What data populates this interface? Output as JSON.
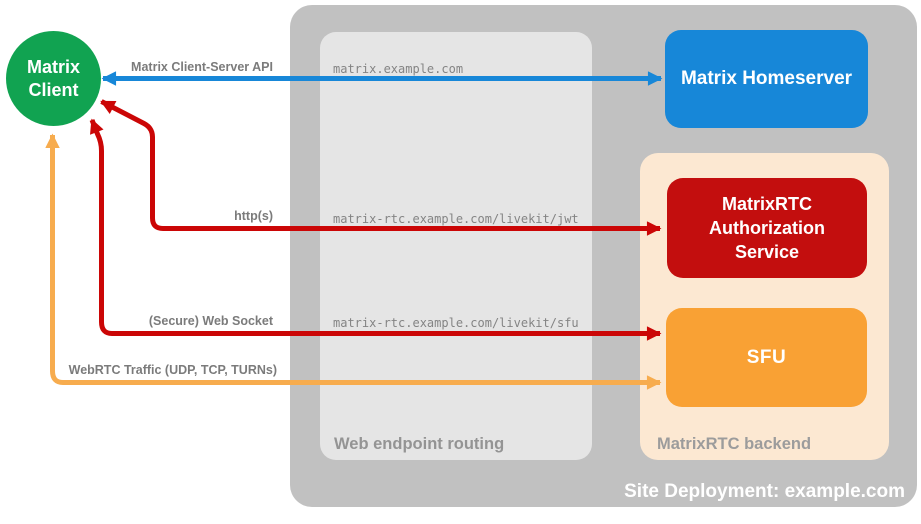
{
  "deployment": {
    "title": "Site Deployment: example.com"
  },
  "matrix_client": {
    "label": "Matrix Client"
  },
  "homeserver": {
    "label": "Matrix Homeserver"
  },
  "backend": {
    "title": "MatrixRTC backend",
    "auth_service": {
      "label": "MatrixRTC Authorization Service"
    },
    "sfu": {
      "label": "SFU"
    }
  },
  "routing": {
    "title": "Web endpoint routing",
    "endpoints": [
      "matrix.example.com",
      "matrix-rtc.example.com/livekit/jwt",
      "matrix-rtc.example.com/livekit/sfu"
    ]
  },
  "arrows": {
    "client_server_api": {
      "label": "Matrix Client-Server API",
      "color": "#1787D8"
    },
    "http": {
      "label": "http(s)",
      "color": "#CB0606"
    },
    "websocket": {
      "label": "(Secure) Web Socket",
      "color": "#CB0606"
    },
    "webrtc": {
      "label": "WebRTC Traffic (UDP, TCP, TURNs)",
      "color": "#F7AC4E"
    }
  },
  "colors": {
    "client_green": "#11A351",
    "homeserver_blue": "#1787D8",
    "auth_service_red": "#C30E0E",
    "sfu_orange": "#F9A134",
    "backend_bg": "#FCE8D2",
    "site_bg": "#C1C1C1",
    "routing_bg": "#E5E5E5",
    "label_gray": "#7B7B7B",
    "url_gray": "#848484"
  }
}
